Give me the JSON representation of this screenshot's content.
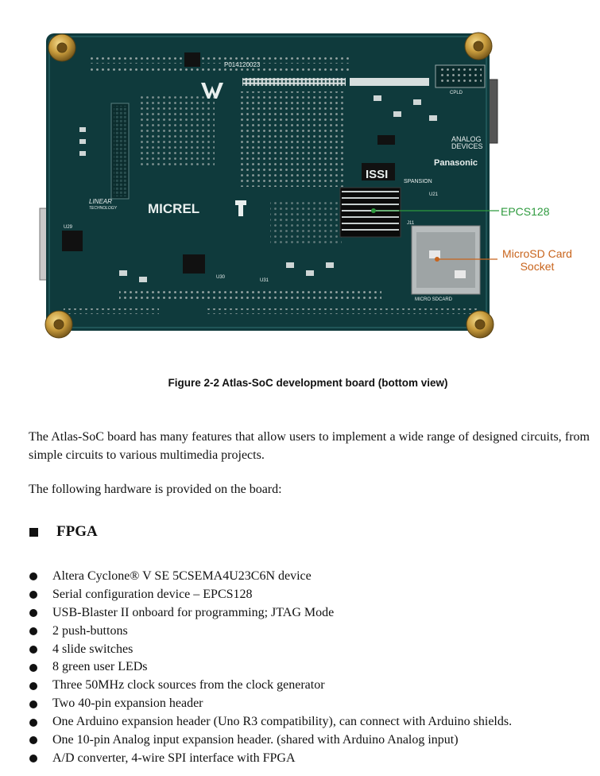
{
  "figure": {
    "board_silkscreen": {
      "part_number": "P014120023",
      "brand_analog": "ANALOG\nDEVICES",
      "brand_panasonic": "Panasonic",
      "brand_issi": "ISSI",
      "brand_spansion": "SPANSION",
      "brand_linear": "LINEAR\nTECHNOLOGY",
      "brand_micrel": "MICREL",
      "socket_label": "MICRO SDCARD",
      "ref_u29": "U29",
      "ref_j11": "J11",
      "ref_u21": "U21",
      "ref_u30": "U30",
      "ref_u31": "U31",
      "ref_cpld": "CPLD"
    },
    "callouts": {
      "epcs": "EPCS128",
      "microsd": "MicroSD Card Socket"
    },
    "caption": "Figure 2-2 Atlas-SoC development board (bottom view)",
    "colors": {
      "board": "#0f3a3c",
      "epcs_callout": "#2e9a3e",
      "sd_callout": "#c8641c"
    }
  },
  "paragraphs": [
    "The Atlas-SoC board has many features that allow users to implement a wide range of designed circuits, from simple circuits to various multimedia projects.",
    "The following hardware is provided on the board:"
  ],
  "section": {
    "heading": "FPGA",
    "items": [
      "Altera Cyclone® V SE 5CSEMA4U23C6N device",
      "Serial configuration device – EPCS128",
      "USB-Blaster II onboard for programming; JTAG Mode",
      "2 push-buttons",
      "4 slide switches",
      "8 green user LEDs",
      "Three 50MHz clock sources from the clock generator",
      "Two 40-pin expansion header",
      "One Arduino expansion header (Uno R3 compatibility), can connect with Arduino shields.",
      "One 10-pin Analog input expansion header. (shared with Arduino Analog input)",
      "A/D converter, 4-wire SPI interface with FPGA"
    ]
  }
}
